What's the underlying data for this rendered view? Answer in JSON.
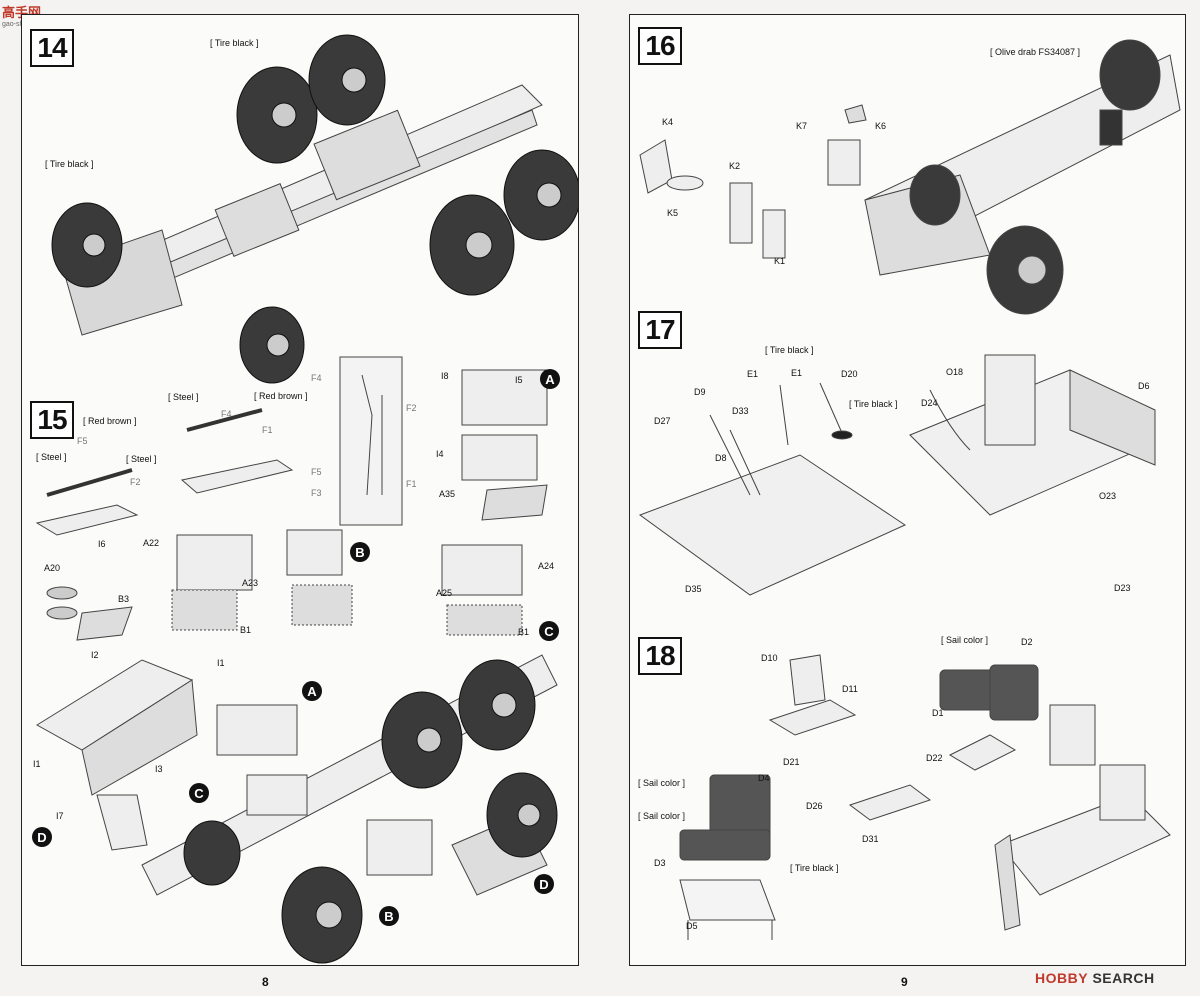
{
  "watermark_top": {
    "title": "高手网",
    "sub": "gao-shou.com"
  },
  "watermark_bottom": {
    "prefix": "HOBBY",
    "suffix": "SEARCH"
  },
  "pages": {
    "left_number": "8",
    "right_number": "9"
  },
  "steps": {
    "s14": "14",
    "s15": "15",
    "s16": "16",
    "s17": "17",
    "s18": "18"
  },
  "callouts": {
    "a": "A",
    "b": "B",
    "c": "C",
    "d": "D"
  },
  "paint": {
    "tire_black": "[ Tire black ]",
    "steel": "[ Steel ]",
    "red_brown": "[ Red brown ]",
    "olive_drab": "[ Olive drab FS34087 ]",
    "sail_color": "[ Sail color ]"
  },
  "parts": {
    "F1": "F1",
    "F2": "F2",
    "F3": "F3",
    "F4": "F4",
    "F5": "F5",
    "I1": "I1",
    "I2": "I2",
    "I3": "I3",
    "I4": "I4",
    "I5": "I5",
    "I6": "I6",
    "I7": "I7",
    "I8": "I8",
    "A20": "A20",
    "A22": "A22",
    "A23": "A23",
    "A24": "A24",
    "A25": "A25",
    "A35": "A35",
    "B1": "B1",
    "B3": "B3",
    "K1": "K1",
    "K2": "K2",
    "K4": "K4",
    "K5": "K5",
    "K6": "K6",
    "K7": "K7",
    "E1": "E1",
    "D1": "D1",
    "D2": "D2",
    "D3": "D3",
    "D4": "D4",
    "D5": "D5",
    "D6": "D6",
    "D8": "D8",
    "D9": "D9",
    "D10": "D10",
    "D11": "D11",
    "D20": "D20",
    "D21": "D21",
    "D22": "D22",
    "D23": "D23",
    "D24": "D24",
    "D26": "D26",
    "D27": "D27",
    "D31": "D31",
    "D33": "D33",
    "D35": "D35",
    "O18": "O18",
    "O23": "O23"
  }
}
